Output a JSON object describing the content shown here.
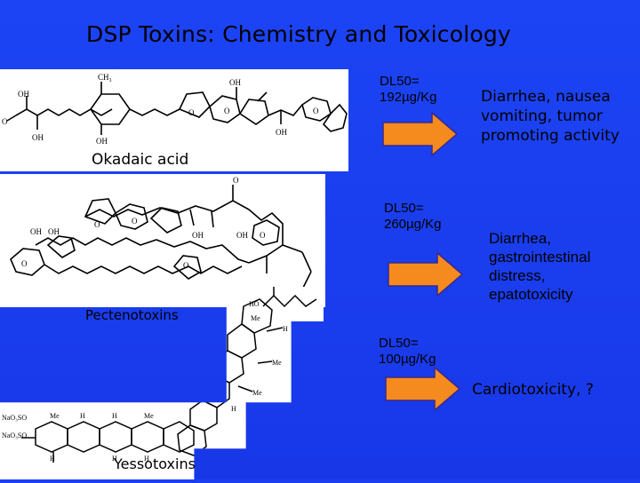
{
  "title": "DSP Toxins: Chemistry and Toxicology",
  "toxins": [
    {
      "name": "Okadaic acid",
      "dl50_line1": "DL50=",
      "dl50_line2": "192µg/Kg",
      "effects": [
        "Diarrhea, nausea",
        "vomiting, tumor",
        "promoting activity"
      ]
    },
    {
      "name": "Pectenotoxins",
      "dl50_line1": "DL50=",
      "dl50_line2": "260µg/Kg",
      "effects": [
        "Diarrhea,",
        "gastrointestinal",
        "distress,",
        "epatotoxicity"
      ]
    },
    {
      "name": "Yessotoxins",
      "dl50_line1": "DL50=",
      "dl50_line2": "100µg/Kg",
      "effects": [
        "Cardiotoxicity, ?"
      ]
    }
  ],
  "structure_labels": {
    "ch3": "CH₃",
    "oh": "OH",
    "o": "O",
    "ho": "HO",
    "me": "Me",
    "h": "H",
    "na_salt": "NaO₃SO"
  },
  "colors": {
    "background": "#1b3ff0",
    "arrow_fill": "#f58a1f",
    "arrow_stroke": "#3a2a8a",
    "panel": "#ffffff"
  }
}
